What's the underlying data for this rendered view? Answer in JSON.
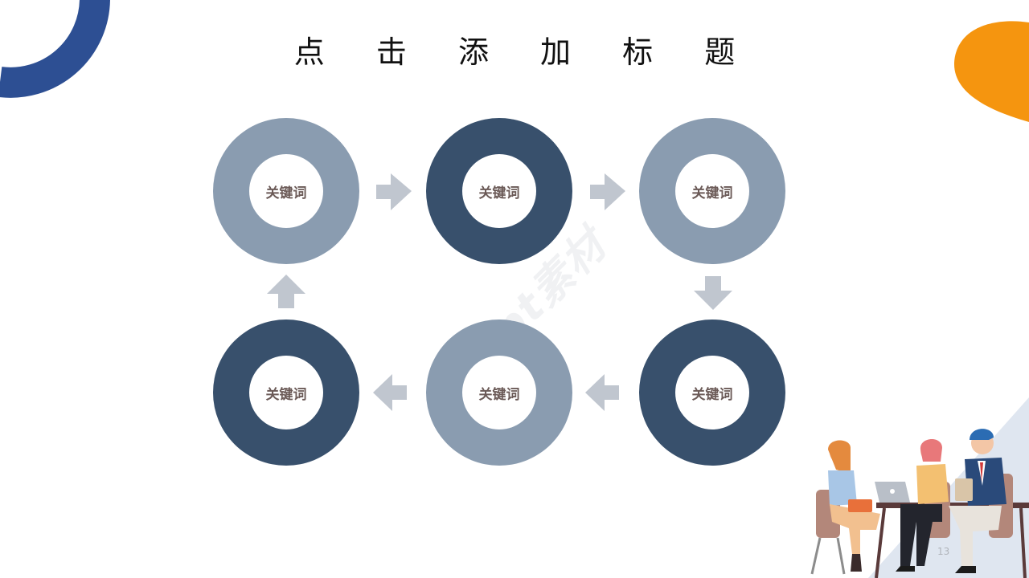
{
  "slide": {
    "title": "点 击 添 加 标 题",
    "page_number": "13",
    "watermark": "ppt素材"
  },
  "cycle": [
    {
      "label": "关键词",
      "shade": "light"
    },
    {
      "label": "关键词",
      "shade": "dark"
    },
    {
      "label": "关键词",
      "shade": "light"
    },
    {
      "label": "关键词",
      "shade": "dark"
    },
    {
      "label": "关键词",
      "shade": "light"
    },
    {
      "label": "关键词",
      "shade": "dark"
    }
  ],
  "colors": {
    "light_ring": "#8a9cb0",
    "dark_ring": "#38506c",
    "arrow": "#c0c6cf",
    "accent_blue": "#2d4f93",
    "accent_orange": "#f5950f",
    "label_text": "#6b5a57"
  },
  "icons": {
    "arrow_shape": "flow-arrow-icon",
    "illustration": "office-team-illustration"
  }
}
